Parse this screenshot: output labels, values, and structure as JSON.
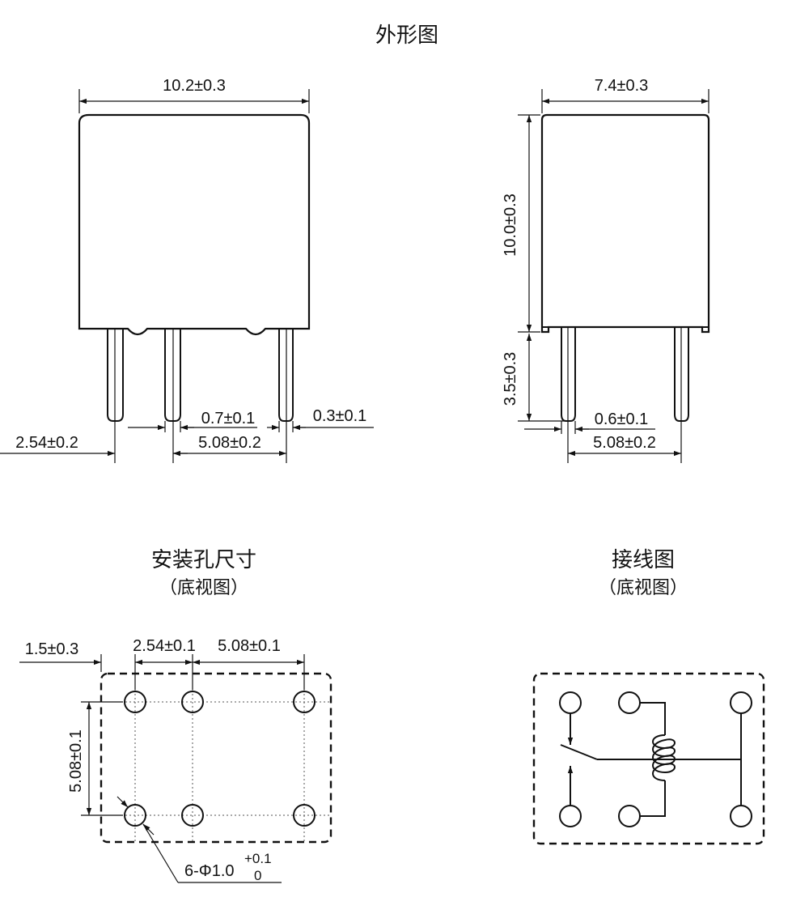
{
  "titles": {
    "outline": "外形图",
    "mounting": "安装孔尺寸",
    "mounting_sub": "（底视图）",
    "wiring": "接线图",
    "wiring_sub": "（底视图）"
  },
  "front_view": {
    "width": "10.2±0.3",
    "pin_width": "0.7±0.1",
    "pin_gap": "0.3±0.1",
    "left_offset": "2.54±0.2",
    "pitch": "5.08±0.2"
  },
  "side_view": {
    "width": "7.4±0.3",
    "height": "10.0±0.3",
    "pin_length": "3.5±0.3",
    "pin_width": "0.6±0.1",
    "pitch": "5.08±0.2"
  },
  "mounting_holes": {
    "edge_offset": "1.5±0.3",
    "pitch_small": "2.54±0.1",
    "pitch_large": "5.08±0.1",
    "row_pitch": "5.08±0.1",
    "hole_spec": "6-Φ1.0",
    "tol_plus": "+0.1",
    "tol_minus": "0"
  }
}
